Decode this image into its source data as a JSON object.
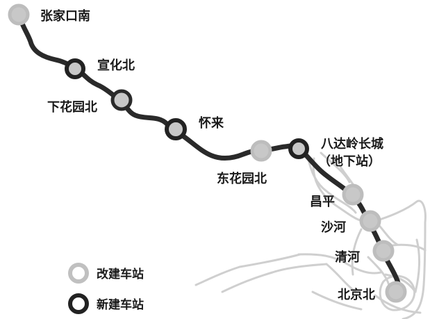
{
  "map": {
    "stations": [
      {
        "id": "zhangjiakou-nan",
        "name": "张家口南",
        "type": "renovated"
      },
      {
        "id": "xuanhua-bei",
        "name": "宣化北",
        "type": "new"
      },
      {
        "id": "xiahuayuan-bei",
        "name": "下花园北",
        "type": "renovated"
      },
      {
        "id": "huailai",
        "name": "怀来",
        "type": "new"
      },
      {
        "id": "donghuayuan-bei",
        "name": "东花园北",
        "type": "renovated"
      },
      {
        "id": "badaling",
        "name": "八达岭长城",
        "subname": "（地下站）",
        "type": "new"
      },
      {
        "id": "changping",
        "name": "昌平",
        "type": "renovated"
      },
      {
        "id": "shahe",
        "name": "沙河",
        "type": "renovated"
      },
      {
        "id": "qinghe",
        "name": "清河",
        "type": "renovated"
      },
      {
        "id": "beijing-bei",
        "name": "北京北",
        "type": "renovated"
      }
    ],
    "legend": {
      "renovated": {
        "label": "改建车站"
      },
      "new": {
        "label": "新建车站"
      }
    },
    "colors": {
      "line": "#2a2a2a",
      "renovated_fill": "#c8c8c8",
      "renovated_stroke": "#bdbdbd",
      "new_fill": "#c8c8c8",
      "new_stroke": "#222222",
      "background_roads": "#cfcfcf"
    }
  }
}
